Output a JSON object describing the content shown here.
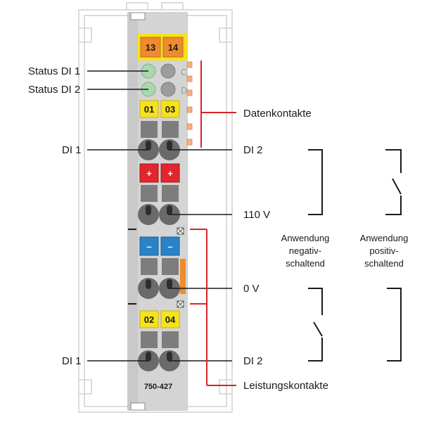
{
  "module": {
    "model": "750-427",
    "terminals_top": [
      "13",
      "14"
    ],
    "terminals_upper": [
      "01",
      "03"
    ],
    "terminals_plus": [
      "+",
      "+"
    ],
    "terminals_minus": [
      "–",
      "–"
    ],
    "terminals_lower": [
      "02",
      "04"
    ],
    "led_letters": [
      "C",
      "D"
    ]
  },
  "labels": {
    "status_di1": "Status DI 1",
    "status_di2": "Status DI 2",
    "datenkontakte": "Datenkontakte",
    "di1_upper": "DI 1",
    "di2_upper": "DI 2",
    "v110": "110 V",
    "v0": "0 V",
    "di1_lower": "DI 1",
    "di2_lower": "DI 2",
    "leistungskontakte": "Leistungskontakte"
  },
  "applications": {
    "negative": [
      "Anwendung",
      "negativ-",
      "schaltend"
    ],
    "positive": [
      "Anwendung",
      "positiv-",
      "schaltend"
    ]
  },
  "colors": {
    "orange": "#f08a2c",
    "yellow": "#f5e21c",
    "red": "#e0262e",
    "blue": "#2a83c9",
    "housing": "#d9d9d9",
    "led_green": "#a8d8b0",
    "contact_red": "#d8232a"
  }
}
